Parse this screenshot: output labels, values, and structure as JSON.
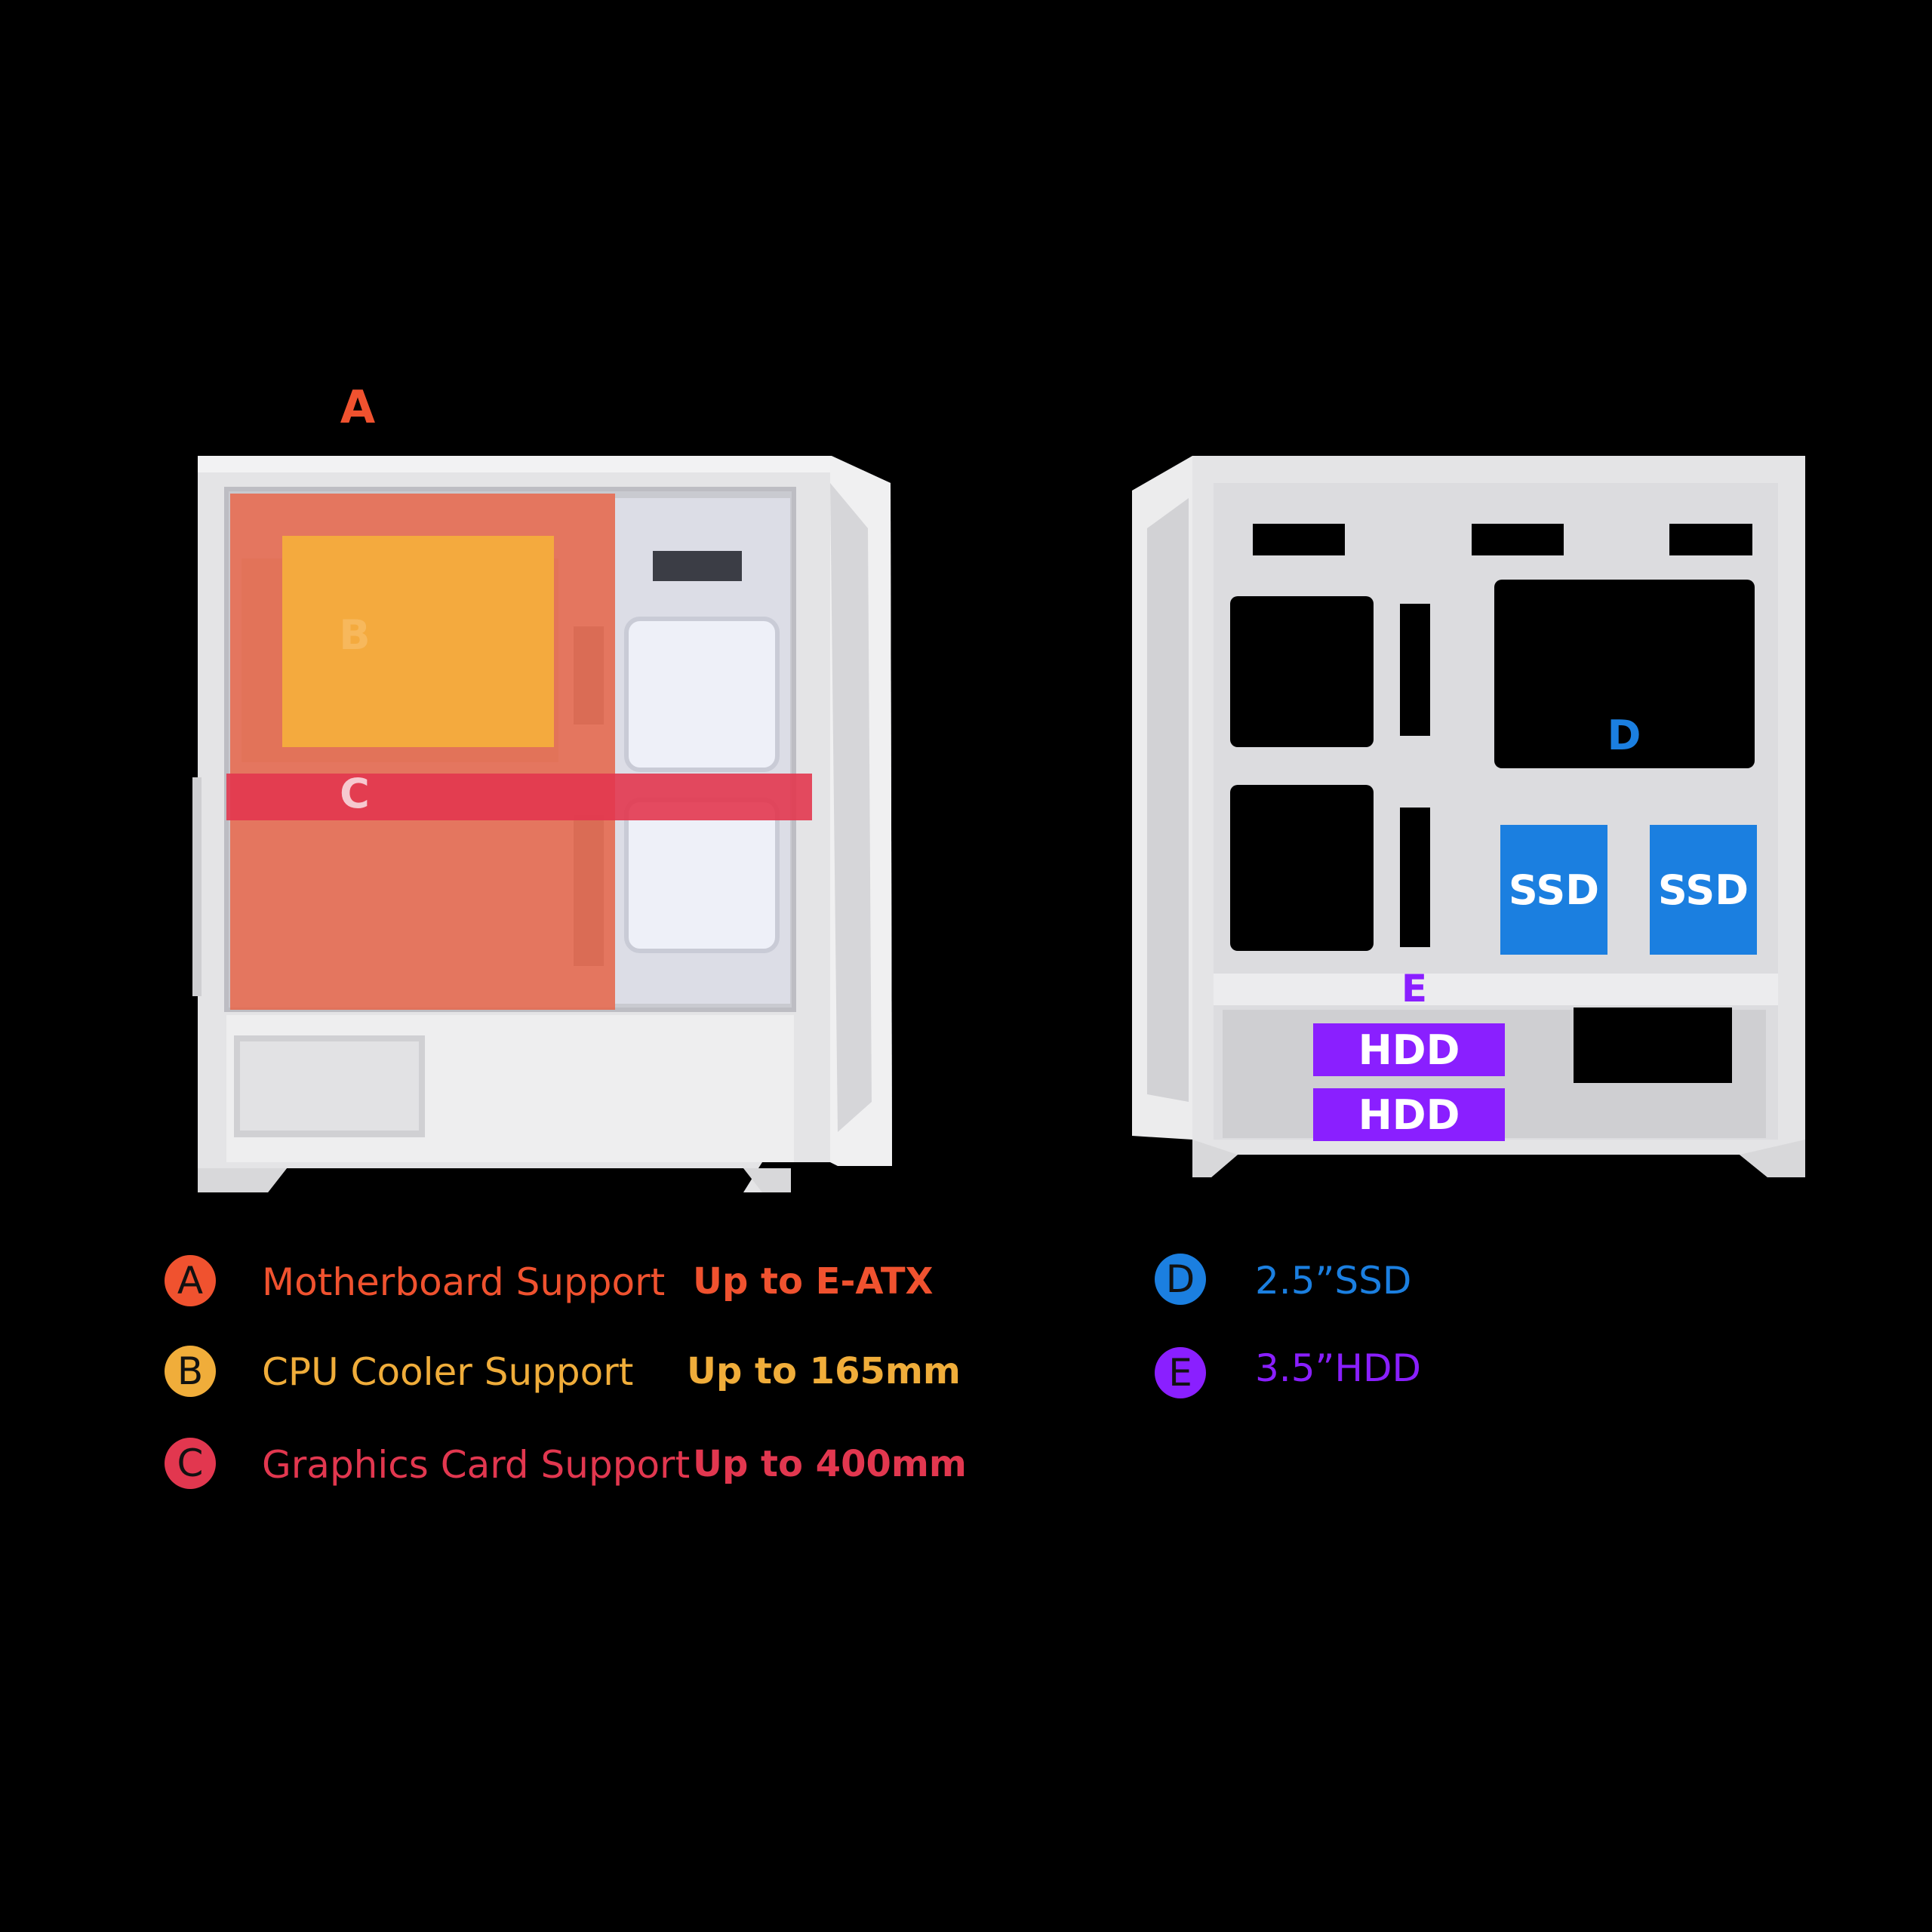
{
  "colors": {
    "a": "#f0522f",
    "b": "#f0ad3a",
    "c": "#e2374f",
    "d": "#1b7fe0",
    "e": "#8a1fff"
  },
  "diagram": {
    "zone_a_letter": "A",
    "zone_b_letter": "B",
    "zone_c_letter": "C",
    "zone_d_letter": "D",
    "zone_e_letter": "E",
    "ssd_tag_1": "SSD",
    "ssd_tag_2": "SSD",
    "hdd_tag_1": "HDD",
    "hdd_tag_2": "HDD"
  },
  "legend": {
    "a": {
      "badge": "A",
      "label": "Motherboard Support",
      "value": "Up to E-ATX"
    },
    "b": {
      "badge": "B",
      "label": "CPU Cooler Support",
      "value": "Up to 165mm"
    },
    "c": {
      "badge": "C",
      "label": "Graphics Card Support",
      "value": "Up to 400mm"
    },
    "d": {
      "badge": "D",
      "label": "2.5”SSD"
    },
    "e": {
      "badge": "E",
      "label": "3.5”HDD"
    }
  }
}
